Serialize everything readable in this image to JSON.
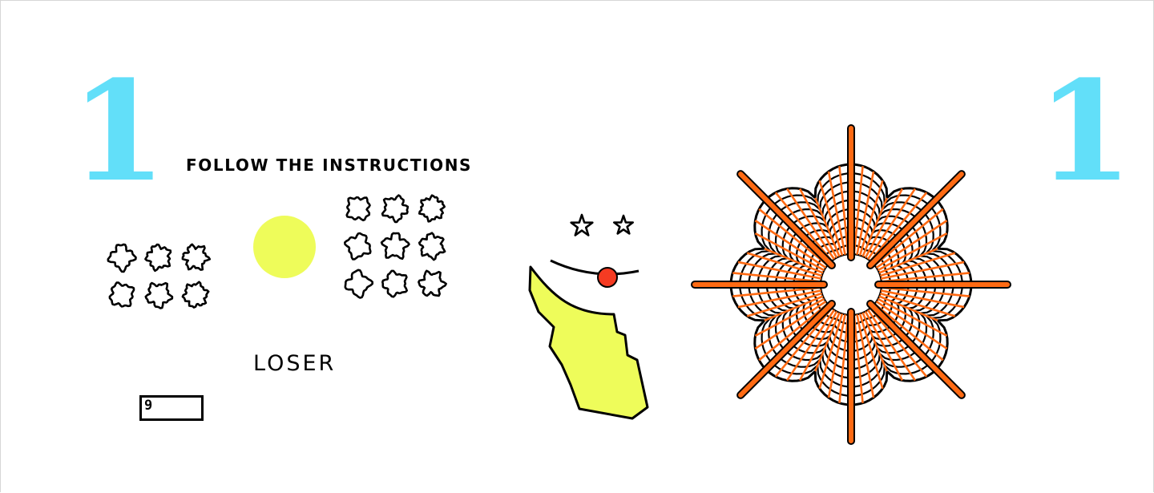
{
  "round": {
    "left_number": "1",
    "right_number": "1"
  },
  "instructions": {
    "text": "FOLLOW THE INSTRUCTIONS"
  },
  "status": {
    "text": "LOSER"
  },
  "answer_input": {
    "value": "9"
  },
  "colors": {
    "number": "#62dff9",
    "sun": "#eefc5a",
    "blob_fill": "#eefc5a",
    "nose": "#f53b22",
    "web_orange": "#ff6a13",
    "ink": "#000000"
  },
  "scene": {
    "left_flower_group": {
      "count": 6
    },
    "right_flower_group": {
      "count": 9
    },
    "face": {
      "eyes": "star-icon",
      "nose": "red-nose",
      "mouth": "smile"
    },
    "web": {
      "type": "radial-web"
    }
  }
}
